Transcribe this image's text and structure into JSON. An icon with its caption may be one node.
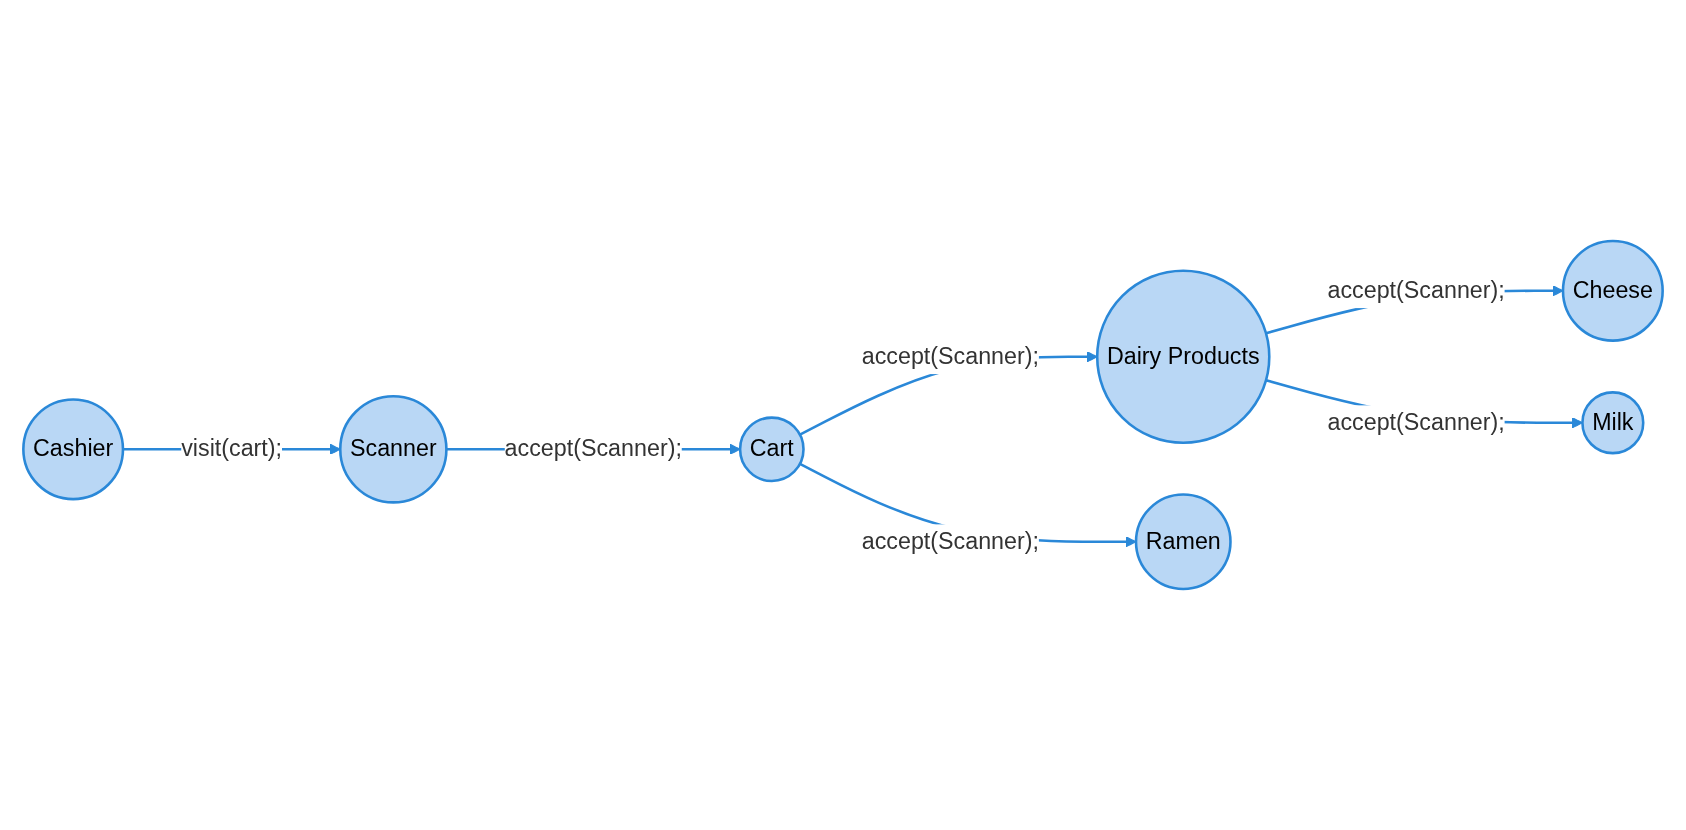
{
  "diagram": {
    "nodes": [
      {
        "text": [
          "Cashier"
        ]
      },
      {
        "text": [
          "Scanner"
        ]
      },
      {
        "text": [
          "Cart"
        ]
      },
      {
        "text": [
          "Dairy Products"
        ]
      },
      {
        "text": [
          "Ramen"
        ]
      },
      {
        "text": [
          "Cheese"
        ]
      },
      {
        "text": [
          "Milk"
        ]
      }
    ],
    "edges": [
      {
        "from": 0,
        "to": 1,
        "arrow": "to",
        "label": "visit(cart);"
      },
      {
        "from": 1,
        "to": 2,
        "arrow": "to",
        "label": "accept(Scanner);"
      },
      {
        "from": 2,
        "to": 3,
        "arrow": "to",
        "label": "accept(Scanner);"
      },
      {
        "from": 2,
        "to": 4,
        "arrow": "to",
        "label": "accept(Scanner);"
      },
      {
        "from": 3,
        "to": 5,
        "arrow": "to",
        "label": "accept(Scanner);"
      },
      {
        "from": 3,
        "to": 6,
        "arrow": "to",
        "label": "accept(Scanner);"
      }
    ]
  }
}
